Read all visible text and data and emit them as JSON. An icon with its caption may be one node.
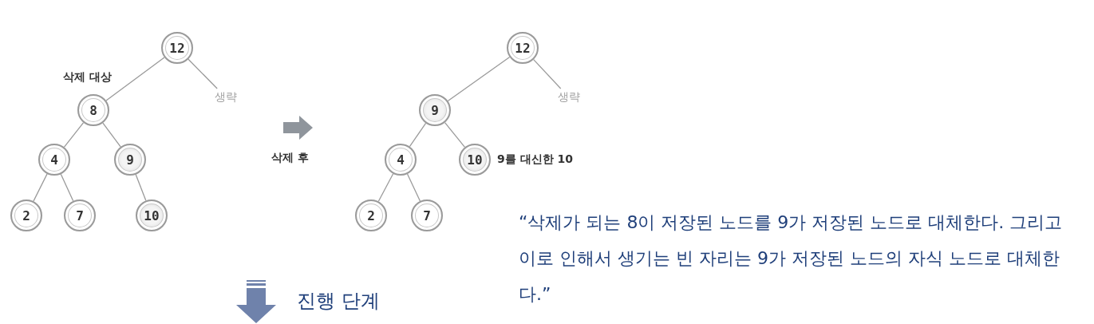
{
  "diagram": {
    "nodes": [
      {
        "text": [
          "12"
        ]
      },
      {
        "text": [
          "8"
        ],
        "beside": [
          "삭제 대상"
        ]
      },
      {
        "text": [
          "생략"
        ]
      },
      {
        "text": [
          "4"
        ]
      },
      {
        "text": [
          "9"
        ]
      },
      {
        "text": [
          "2"
        ]
      },
      {
        "text": [
          "7"
        ]
      },
      {
        "text": [
          "10"
        ]
      },
      {
        "text": [
          "12"
        ]
      },
      {
        "text": [
          "9"
        ]
      },
      {
        "text": [
          "생략"
        ]
      },
      {
        "text": [
          "4"
        ]
      },
      {
        "text": [
          "10"
        ],
        "beside": [
          "9를 대신한 10"
        ]
      },
      {
        "text": [
          "2"
        ]
      },
      {
        "text": [
          "7"
        ]
      }
    ],
    "edges": [
      {
        "from": 0,
        "to": 1,
        "arrow": "none"
      },
      {
        "from": 0,
        "to": 2,
        "arrow": "none"
      },
      {
        "from": 1,
        "to": 3,
        "arrow": "none"
      },
      {
        "from": 1,
        "to": 4,
        "arrow": "none"
      },
      {
        "from": 3,
        "to": 5,
        "arrow": "none"
      },
      {
        "from": 3,
        "to": 6,
        "arrow": "none"
      },
      {
        "from": 4,
        "to": 7,
        "arrow": "none"
      },
      {
        "from": 8,
        "to": 9,
        "arrow": "none"
      },
      {
        "from": 8,
        "to": 10,
        "arrow": "none"
      },
      {
        "from": 9,
        "to": 11,
        "arrow": "none"
      },
      {
        "from": 9,
        "to": 12,
        "arrow": "none"
      },
      {
        "from": 11,
        "to": 13,
        "arrow": "none"
      },
      {
        "from": 11,
        "to": 14,
        "arrow": "none"
      }
    ],
    "labels": [
      "삭제 후",
      "진행 단계",
      "“삭제가 되는 8이 저장된 노드를 9가 저장된 노드로 대체한다. 그리고 이로 인해서 생기는 빈 자리는 9가 저장된 노드의 자식 노드로 대체한다.”"
    ]
  }
}
